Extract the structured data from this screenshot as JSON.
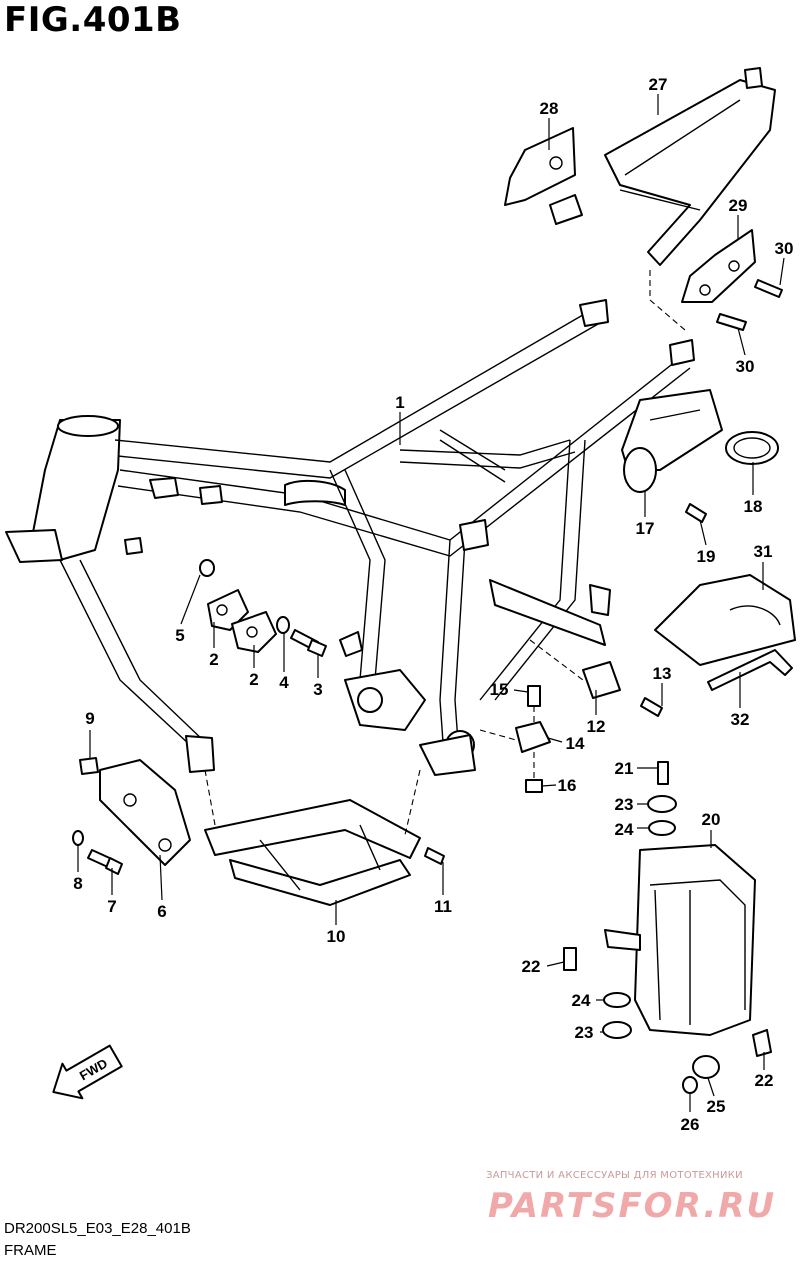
{
  "figure": {
    "title": "FIG.401B"
  },
  "direction_label": "FWD",
  "callouts": [
    "1",
    "2",
    "2",
    "3",
    "4",
    "5",
    "6",
    "7",
    "8",
    "9",
    "10",
    "11",
    "12",
    "13",
    "14",
    "15",
    "16",
    "17",
    "18",
    "19",
    "20",
    "21",
    "22",
    "22",
    "23",
    "23",
    "24",
    "24",
    "25",
    "26",
    "27",
    "28",
    "29",
    "30",
    "30",
    "31",
    "32"
  ],
  "footer": {
    "model_code": "DR200SL5_E03_E28_401B",
    "caption": "FRAME"
  },
  "watermark": {
    "line1": "ЗАПЧАСТИ И АКСЕССУАРЫ ДЛЯ МОТОТЕХНИКИ",
    "line2": "PARTSFOR.RU"
  }
}
